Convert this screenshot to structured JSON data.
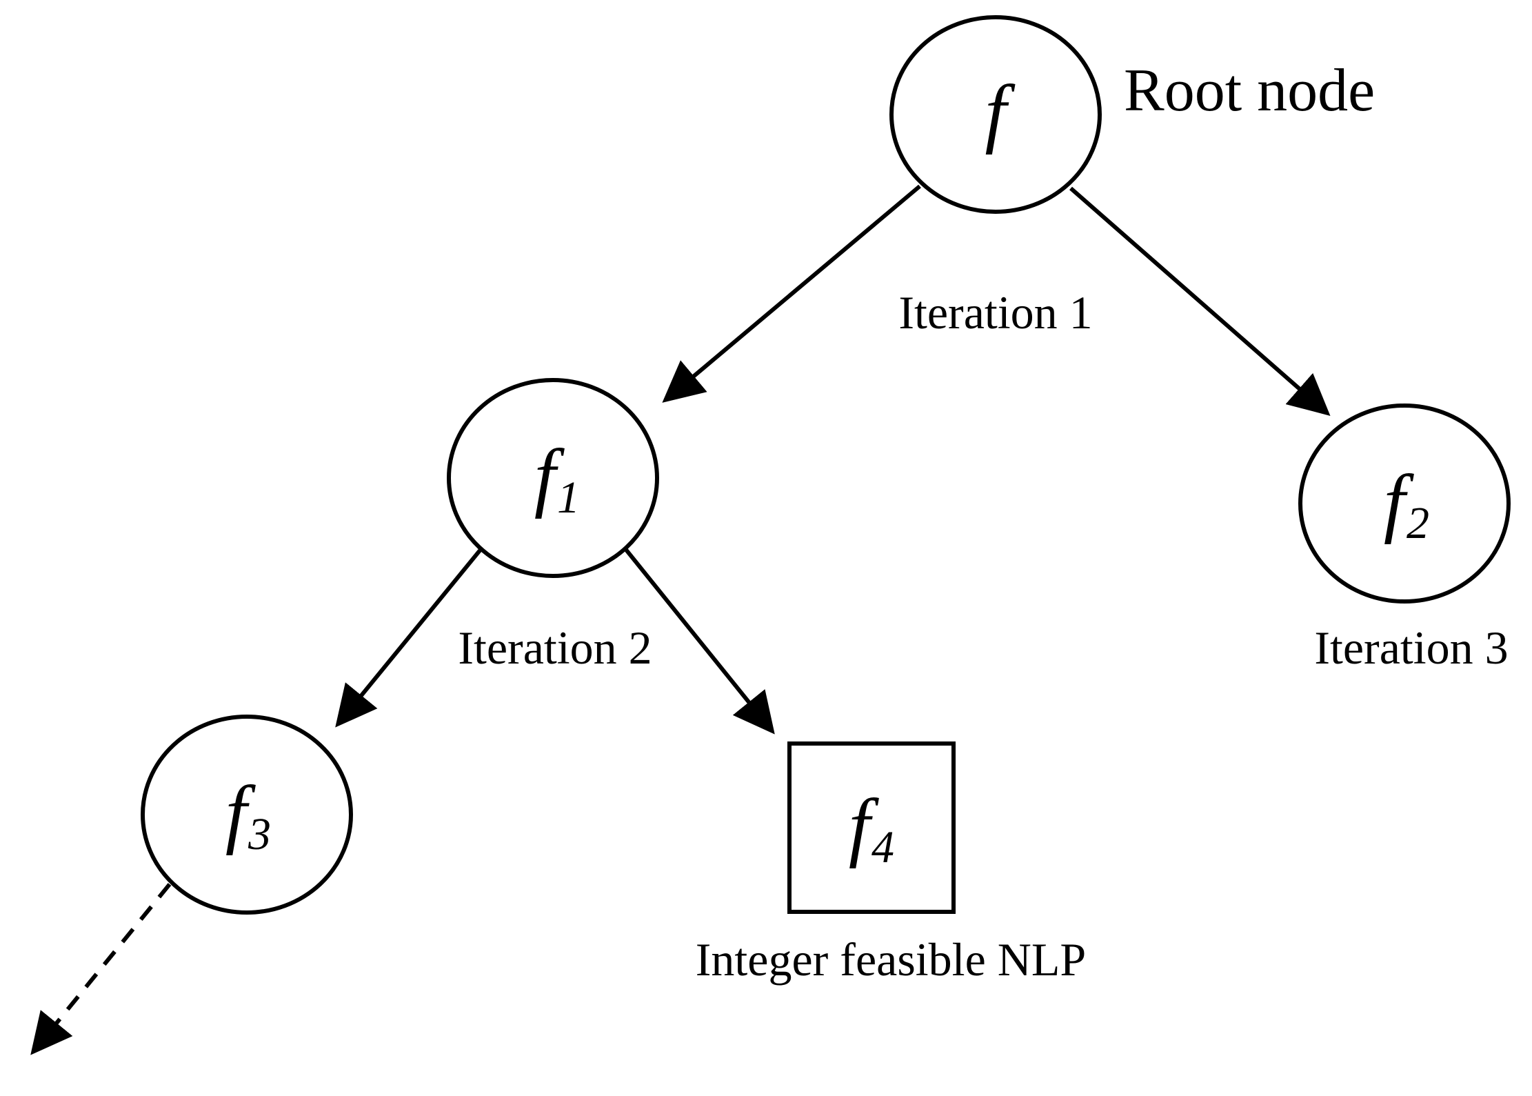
{
  "diagram": {
    "root_label": "Root node",
    "nodes": {
      "f": {
        "base": "f",
        "sub": ""
      },
      "f1": {
        "base": "f",
        "sub": "1"
      },
      "f2": {
        "base": "f",
        "sub": "2"
      },
      "f3": {
        "base": "f",
        "sub": "3"
      },
      "f4": {
        "base": "f",
        "sub": "4"
      }
    },
    "captions": {
      "iteration1": "Iteration 1",
      "iteration2": "Iteration 2",
      "iteration3": "Iteration 3",
      "integer_feasible": "Integer feasible NLP"
    }
  }
}
